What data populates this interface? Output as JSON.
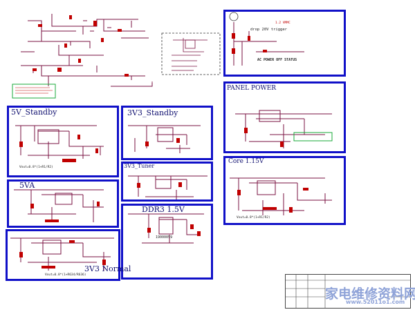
{
  "blocks": {
    "standby_5v": "5V_Standby",
    "standby_3v3": "3V3_Standby",
    "tuner_3v3": "3V3_Tuner",
    "va5": "5VA",
    "ddr3": "DDR3 1.5V",
    "normal_3v3": "3V3 Normal",
    "panel_power": "PANEL POWER",
    "core": "Core 1.15V"
  },
  "notes": {
    "drop_trigger": "drop 20V trigger",
    "ac_power_off": "AC POWER OFF STATUS",
    "vout_5v": "Vout=0.8*(1+R1/R2)",
    "vout_core": "Vout=0.8*(1+R1/R2)",
    "vout_3v3": "Vout=0.8*(1+R634/R636)",
    "ddr_part": "19000059",
    "volt_label": "1.2 VMMC"
  },
  "watermark": {
    "cn": "家电维修资料网",
    "url": "www.52011o1.com"
  },
  "colors": {
    "frame": "#1010c8",
    "wire": "#7a1040",
    "component": "#c00000",
    "net": "#c00000",
    "green_box": "#1aa83a",
    "watermark": "#8fa3d8"
  }
}
